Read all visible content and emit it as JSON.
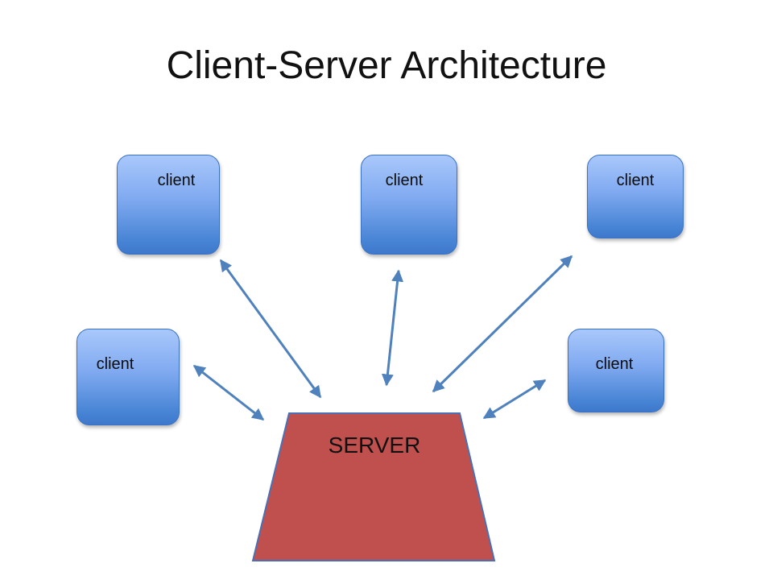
{
  "title": "Client-Server Architecture",
  "server": {
    "label": "SERVER",
    "fill": "#c0504d",
    "stroke": "#4a6fb5"
  },
  "clients": [
    {
      "label": "client"
    },
    {
      "label": "client"
    },
    {
      "label": "client"
    },
    {
      "label": "client"
    },
    {
      "label": "client"
    }
  ],
  "colors": {
    "client_top": "#a9c8fb",
    "client_bottom": "#3d78cc",
    "arrow": "#4f81bd"
  }
}
